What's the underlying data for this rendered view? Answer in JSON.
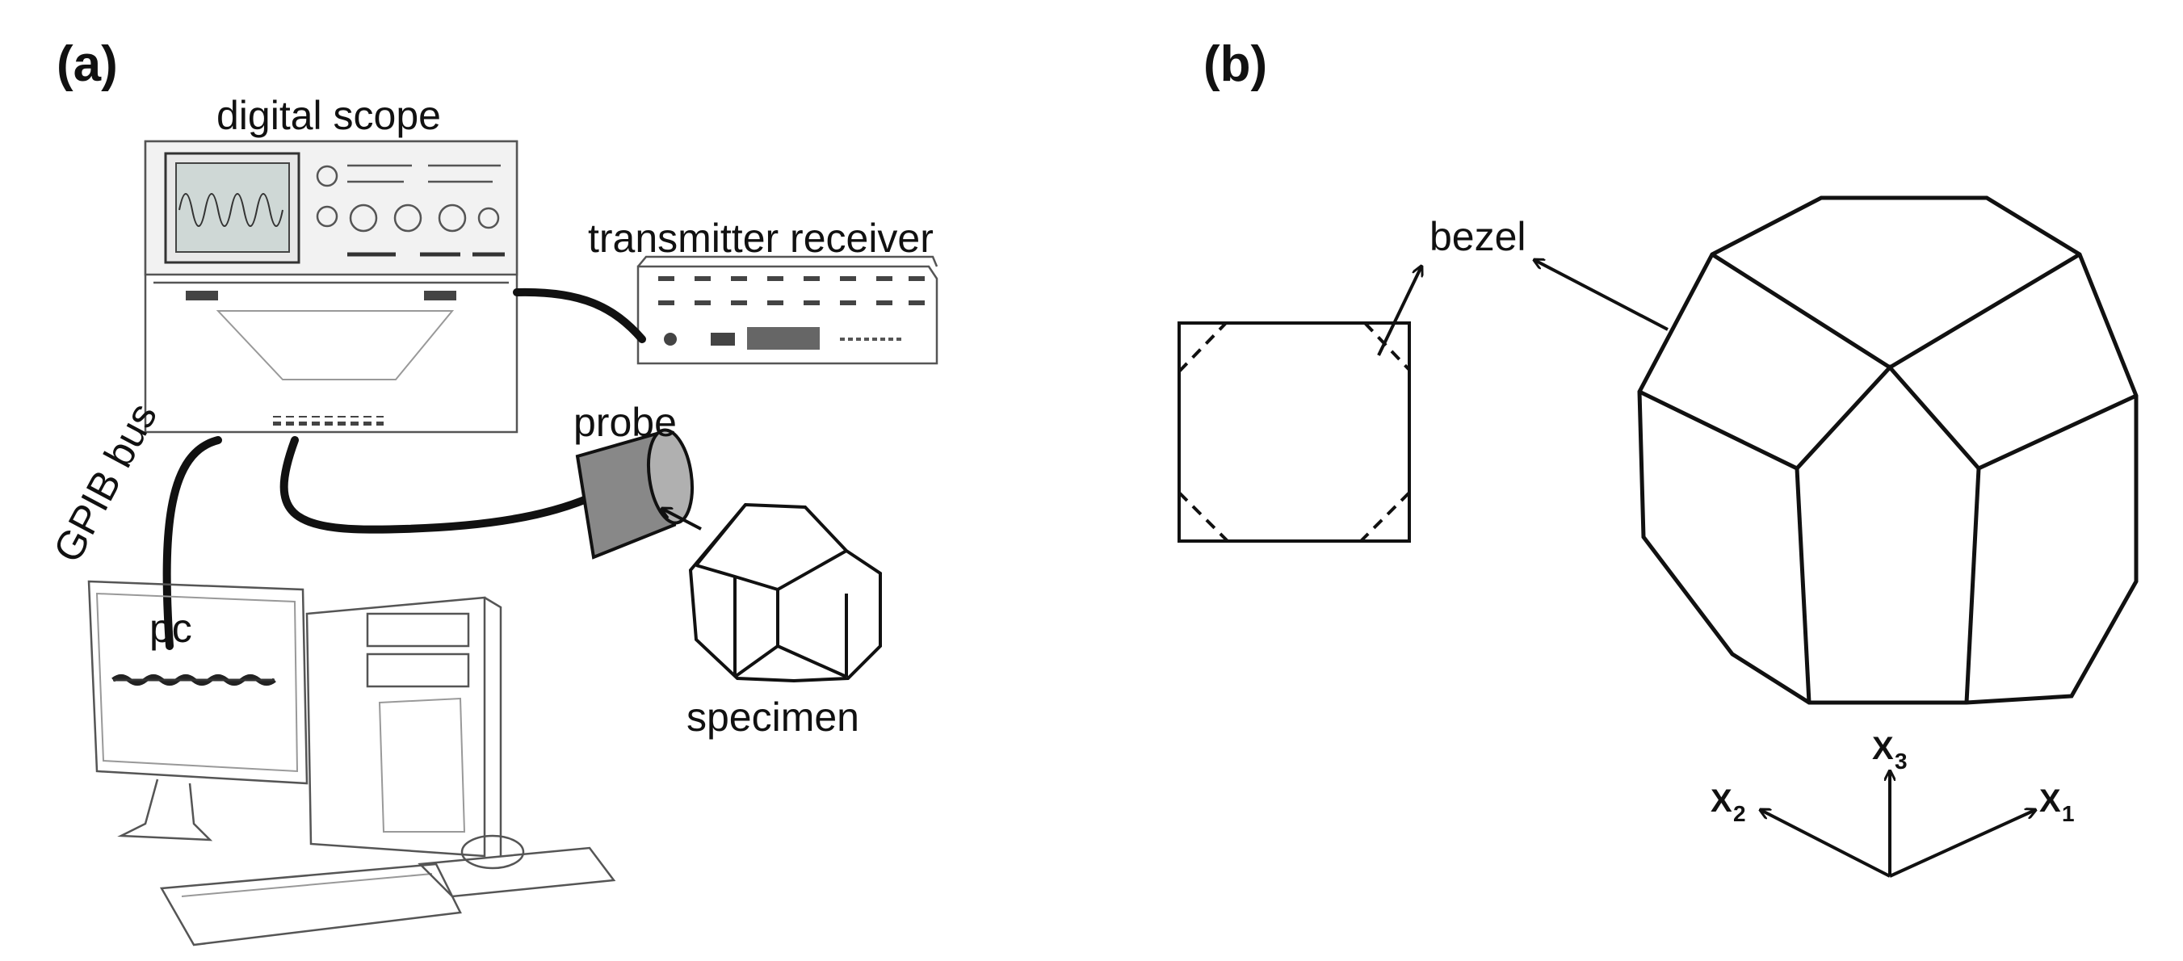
{
  "panels": {
    "a": "(a)",
    "b": "(b)"
  },
  "labels_a": {
    "digital_scope": "digital scope",
    "transmitter_receiver": "transmitter receiver",
    "probe": "probe",
    "gpib_bus": "GPIB bus",
    "pc": "pc",
    "specimen": "specimen"
  },
  "labels_b": {
    "bezel": "bezel",
    "x1": "X",
    "x1_sub": "1",
    "x2": "X",
    "x2_sub": "2",
    "x3": "X",
    "x3_sub": "3"
  }
}
